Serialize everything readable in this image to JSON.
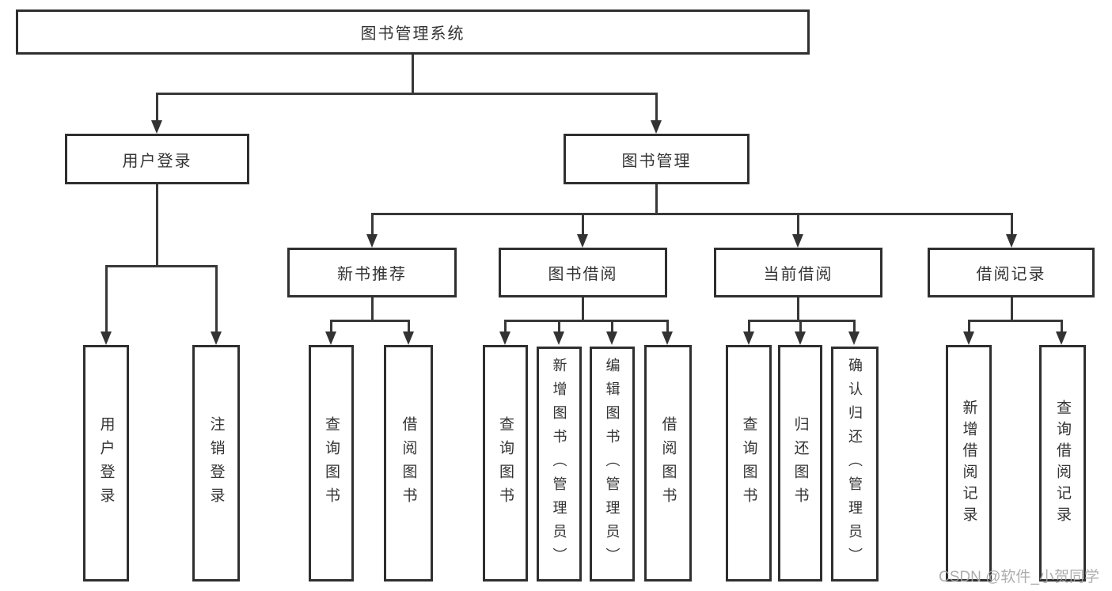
{
  "colors": {
    "line": "#383838",
    "border": "#2f2f2f",
    "text": "#333333",
    "watermark": "#a5a5a5",
    "background": "#ffffff"
  },
  "tree": {
    "root": {
      "label": "图书管理系统"
    },
    "user_login": {
      "label": "用户登录",
      "children": {
        "login": {
          "label": "用户登录"
        },
        "logout": {
          "label": "注销登录"
        }
      }
    },
    "book_management": {
      "label": "图书管理",
      "children": {
        "new_book_recommend": {
          "label": "新书推荐",
          "children": {
            "query_book": {
              "label": "查询图书"
            },
            "borrow_book": {
              "label": "借阅图书"
            }
          }
        },
        "book_borrow": {
          "label": "图书借阅",
          "children": {
            "query_book": {
              "label": "查询图书"
            },
            "add_book": {
              "label": "新增图书（管理员）"
            },
            "edit_book": {
              "label": "编辑图书（管理员）"
            },
            "borrow_book": {
              "label": "借阅图书"
            }
          }
        },
        "current_borrow": {
          "label": "当前借阅",
          "children": {
            "query_book": {
              "label": "查询图书"
            },
            "return_book": {
              "label": "归还图书"
            },
            "confirm_return": {
              "label": "确认归还（管理员）"
            }
          }
        },
        "borrow_records": {
          "label": "借阅记录",
          "children": {
            "add_record": {
              "label": "新增借阅记录"
            },
            "query_record": {
              "label": "查询借阅记录"
            }
          }
        }
      }
    }
  },
  "watermark": "CSDN @软件_小贺同学"
}
